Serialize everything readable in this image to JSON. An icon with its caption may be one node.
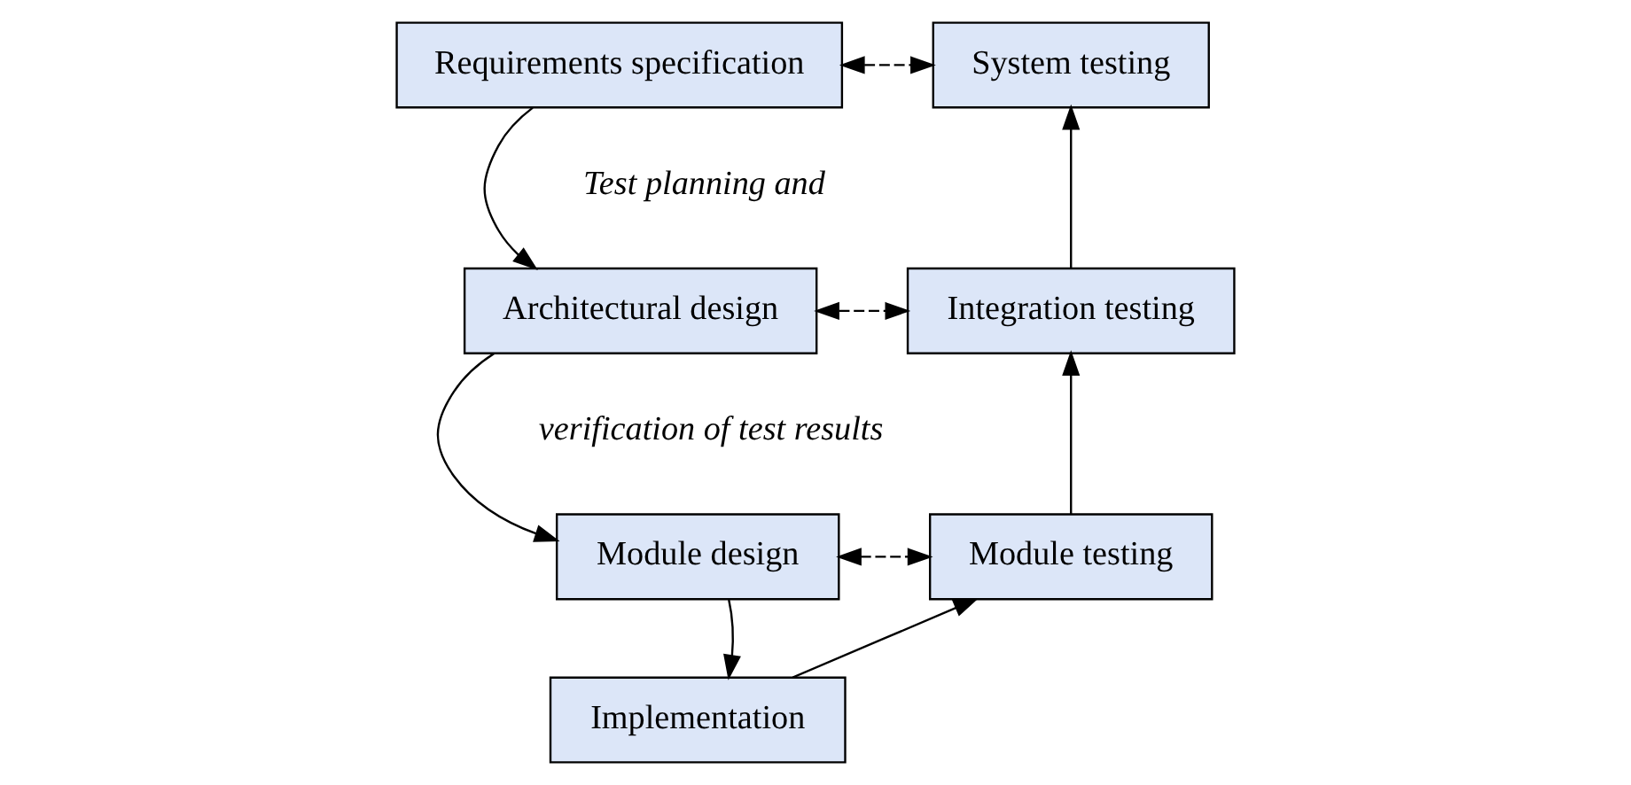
{
  "diagram": {
    "nodes": [
      {
        "text": [
          "Requirements specification"
        ]
      },
      {
        "text": [
          "Architectural design"
        ]
      },
      {
        "text": [
          "Module design"
        ]
      },
      {
        "text": [
          "Implementation"
        ]
      },
      {
        "text": [
          "Module testing"
        ]
      },
      {
        "text": [
          "Integration testing"
        ]
      },
      {
        "text": [
          "System testing"
        ]
      }
    ],
    "edges": [
      {
        "from": 0,
        "to": 1,
        "arrow": "to"
      },
      {
        "from": 1,
        "to": 2,
        "arrow": "to"
      },
      {
        "from": 2,
        "to": 3,
        "arrow": "to"
      },
      {
        "from": 3,
        "to": 4,
        "arrow": "to"
      },
      {
        "from": 4,
        "to": 5,
        "arrow": "to"
      },
      {
        "from": 5,
        "to": 6,
        "arrow": "to"
      },
      {
        "from": 0,
        "to": 6,
        "arrow": "both",
        "style": "dashed"
      },
      {
        "from": 1,
        "to": 5,
        "arrow": "both",
        "style": "dashed"
      },
      {
        "from": 2,
        "to": 4,
        "arrow": "both",
        "style": "dashed"
      }
    ],
    "labels": [
      "Test planning and",
      "verification of test results"
    ]
  }
}
